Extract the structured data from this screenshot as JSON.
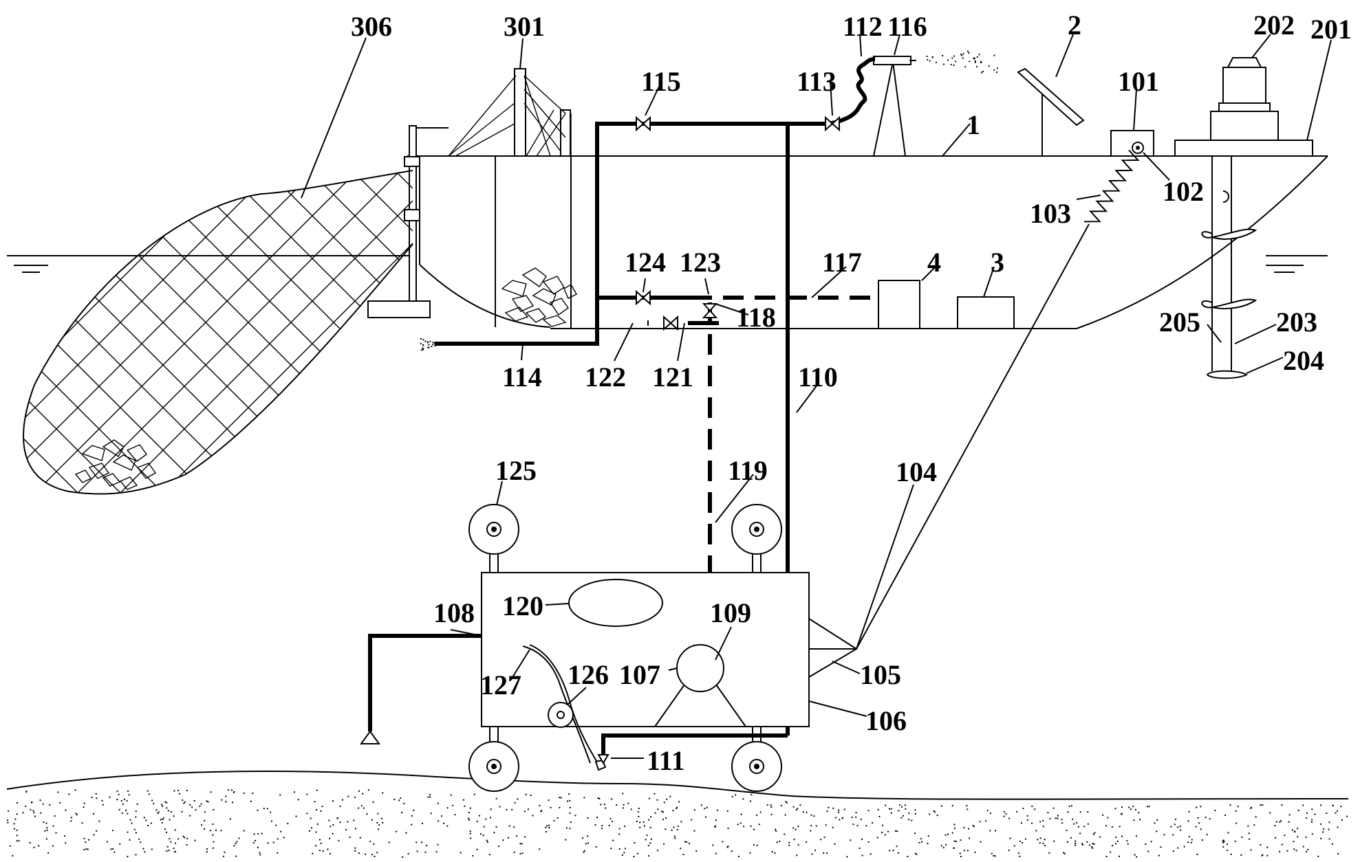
{
  "labels": {
    "l306": "306",
    "l301": "301",
    "l115": "115",
    "l113": "113",
    "l112": "112",
    "l116": "116",
    "l2": "2",
    "l101": "101",
    "l202": "202",
    "l201": "201",
    "l1": "1",
    "l102": "102",
    "l103": "103",
    "l124": "124",
    "l123": "123",
    "l117": "117",
    "l4": "4",
    "l3": "3",
    "l118": "118",
    "l205": "205",
    "l203": "203",
    "l204": "204",
    "l114": "114",
    "l122": "122",
    "l121": "121",
    "l110": "110",
    "l119": "119",
    "l104": "104",
    "l125": "125",
    "l120": "120",
    "l108": "108",
    "l109": "109",
    "l127": "127",
    "l126": "126",
    "l107": "107",
    "l105": "105",
    "l106": "106",
    "l111": "111"
  }
}
